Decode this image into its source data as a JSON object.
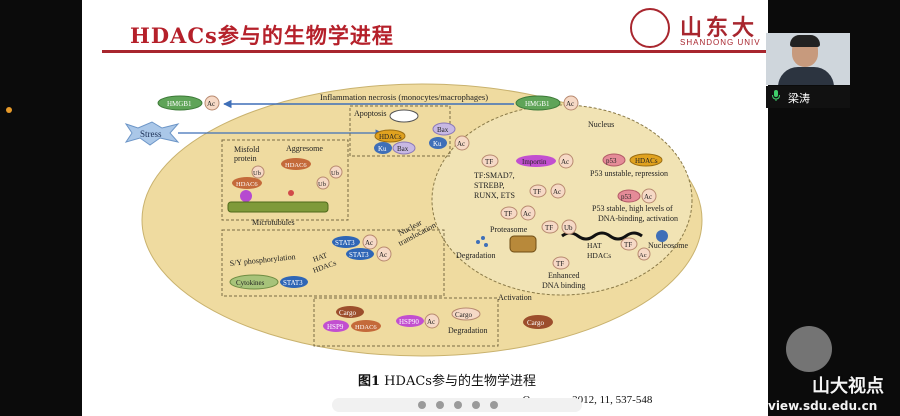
{
  "slide": {
    "title": "HDACs参与的生物学进程",
    "logo": {
      "text_cn": "山东大",
      "text_en": "SHANDONG UNIV"
    },
    "caption_fig": "图1",
    "caption_text": " HDACs参与的生物学进程",
    "citation_journal": "Oncogene",
    "citation_rest": ", 2012, 11, 537-548"
  },
  "diagram": {
    "inflammation": "Inflammation necrosis (monocytes/macrophages)",
    "hmgb1": "HMGB1",
    "ac": "Ac",
    "stress": "Stress",
    "apoptosis": "Apoptosis",
    "hdacs": "HDACs",
    "bax": "Bax",
    "ku": "Ku",
    "misfold_1": "Misfold",
    "misfold_2": "protein",
    "aggresome": "Aggresome",
    "hdac6": "HDAC6",
    "ub": "Ub",
    "microtubules": "Microtubules",
    "nucleus": "Nucleus",
    "tf": "TF",
    "importin": "Importin",
    "tf_list": [
      "TF:SMAD7,",
      "STREBP,",
      "RUNX, ETS"
    ],
    "p53": "p53",
    "p53_unstable": "P53 unstable, repression",
    "p53_stable": [
      "P53 stable, high levels of",
      "DNA-binding, activation"
    ],
    "nucleosome": "Nucleosome",
    "proteasome": "Proteasome",
    "degradation": "Degradation",
    "hat": "HAT",
    "hdacs_arrow": "HDACs",
    "enhanced": [
      "Enhanced",
      "DNA binding"
    ],
    "sy_phos": "S/Y phosphorylation",
    "stat3": "STAT3",
    "cytokines": "Cytokines",
    "nuclear_trans": [
      "Nuclear",
      "translocation"
    ],
    "activation": "Activation",
    "cargo": "Cargo",
    "hsp9": "HSP9",
    "hsp90": "HSP90"
  },
  "colors": {
    "title_red": "#b5202a",
    "cell_fill": "#efdba0",
    "nucleus_fill": "#f1e3b4",
    "protein_green": "#5fa458",
    "stat3_blue": "#2f66b6",
    "importin_magenta": "#c24fd0",
    "cargo_brown": "#9c4e2c",
    "hdac_orange": "#c46a3a"
  },
  "participant": {
    "name": "梁涛"
  },
  "watermark": {
    "title": "山大视点",
    "url": "view.sdu.edu.cn"
  }
}
